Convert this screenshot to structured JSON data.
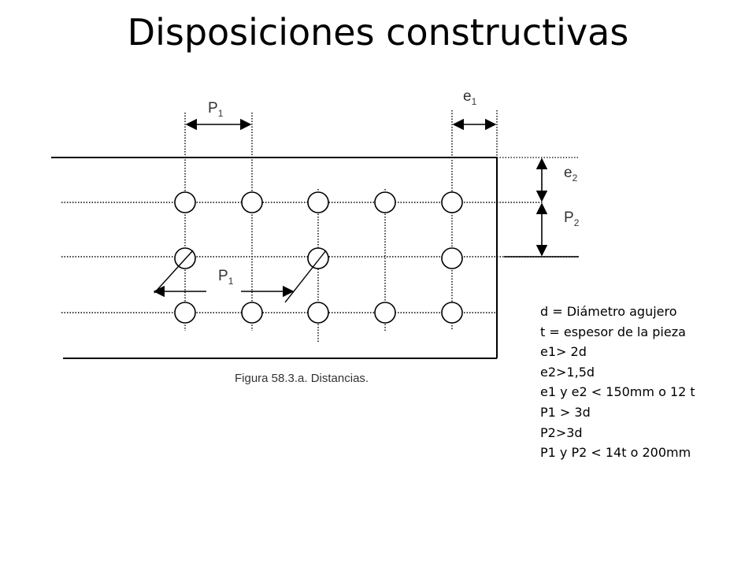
{
  "slide": {
    "title": "Disposiciones constructivas"
  },
  "figure": {
    "caption": "Figura 58.3.a. Distancias.",
    "labels": {
      "p1_top": {
        "main": "P",
        "sub": "1"
      },
      "e1": {
        "main": "e",
        "sub": "1"
      },
      "e2": {
        "main": "e",
        "sub": "2"
      },
      "p2": {
        "main": "P",
        "sub": "2"
      },
      "p1_mid": {
        "main": "P",
        "sub": "1"
      }
    }
  },
  "notes": [
    "d = Diámetro agujero",
    "t = espesor de la pieza",
    "e1> 2d",
    "e2>1,5d",
    "e1 y e2 < 150mm o 12 t",
    "P1 > 3d",
    "P2>3d",
    "P1 y P2 < 14t o 200mm"
  ]
}
